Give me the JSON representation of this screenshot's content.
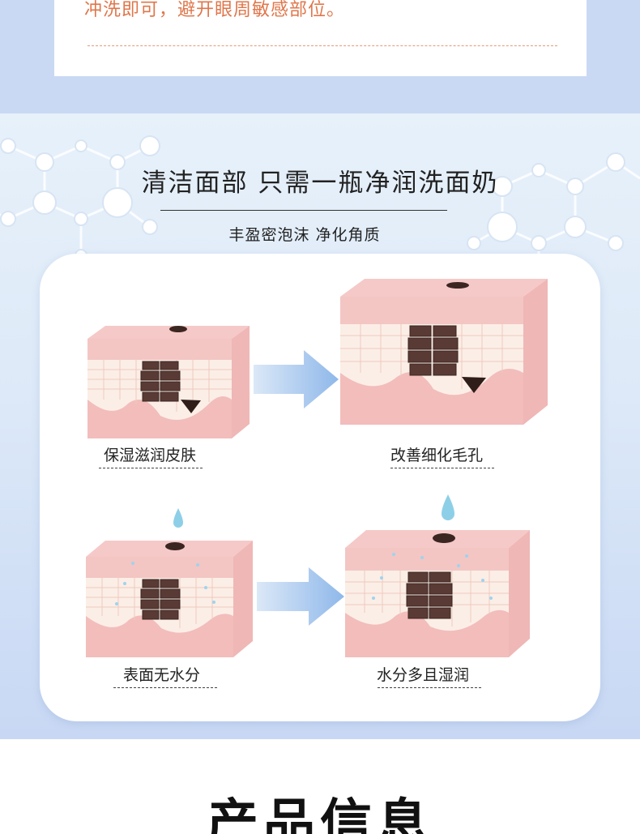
{
  "top_card": {
    "text": "冲洗即可，避开眼周敏感部位。"
  },
  "section": {
    "headline": "清洁面部 只需一瓶净润洗面奶",
    "subline": "丰盈密泡沫 净化角质"
  },
  "panels": [
    {
      "label": "保湿滋润皮肤"
    },
    {
      "label": "改善细化毛孔"
    },
    {
      "label": "表面无水分"
    },
    {
      "label": "水分多且湿润"
    }
  ],
  "product_info": {
    "title": "产品信息"
  },
  "colors": {
    "accent_orange": "#e0764a",
    "band_blue": "#c9d9f3",
    "skin_pink": "#f2c1c0",
    "cell_cream": "#fbeee6",
    "pore_dark": "#5a3a34",
    "arrow_blue": "#a9c8ee"
  }
}
